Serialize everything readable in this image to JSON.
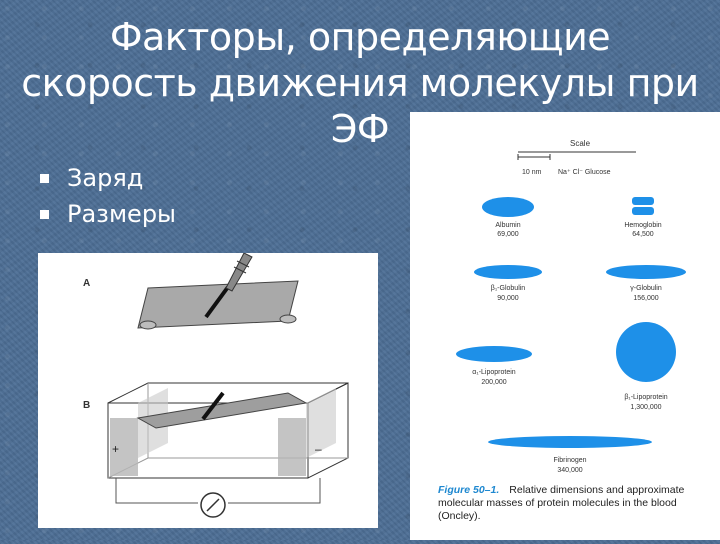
{
  "title": {
    "line1": "Факторы, определяющие",
    "line2": "скорость движения молекулы при",
    "line3": "ЭФ"
  },
  "bullets": [
    "Заряд",
    "Размеры"
  ],
  "left_figure": {
    "label_a": "A",
    "label_b": "B",
    "plus": "+",
    "minus": "–"
  },
  "right_figure": {
    "scale_title": "Scale",
    "scale_10nm": "10 nm",
    "scale_ions": "Na⁺ Cl⁻ Glucose",
    "proteins": [
      {
        "name": "Albumin",
        "mass": "69,000"
      },
      {
        "name": "Hemoglobin",
        "mass": "64,500"
      },
      {
        "name": "β₁-Globulin",
        "mass": "90,000"
      },
      {
        "name": "γ-Globulin",
        "mass": "156,000"
      },
      {
        "name": "α₁-Lipoprotein",
        "mass": "200,000"
      },
      {
        "name": "β₁-Lipoprotein",
        "mass": "1,300,000"
      },
      {
        "name": "Fibrinogen",
        "mass": "340,000"
      }
    ],
    "caption_fig": "Figure 50–1.",
    "caption_text": "Relative dimensions and approximate molecular masses of protein molecules in the blood (Oncley)."
  },
  "colors": {
    "background": "#4d6e95",
    "protein_blue": "#1e90e8",
    "caption_blue": "#1e88d0"
  }
}
